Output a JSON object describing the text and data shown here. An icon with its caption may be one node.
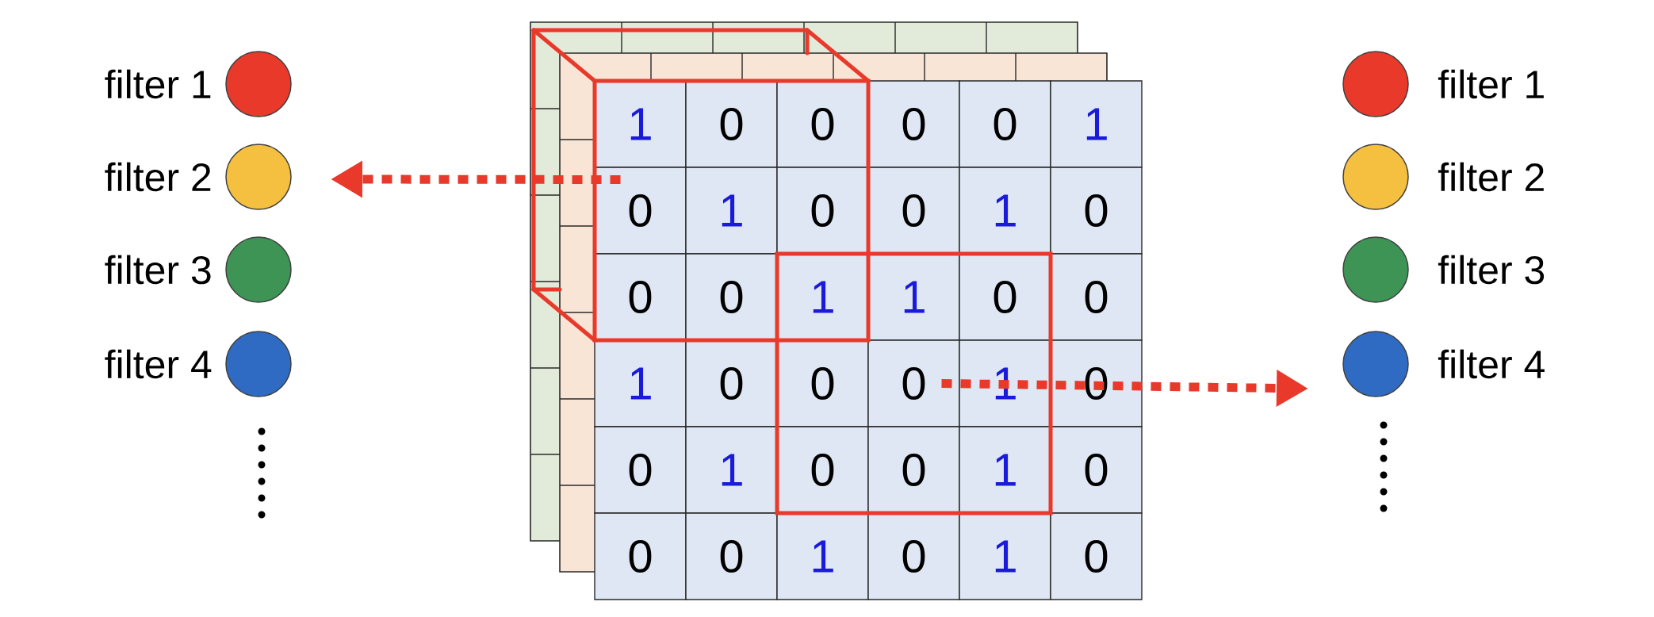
{
  "diagram": {
    "nodes": [
      {
        "text": [],
        "shape": "box"
      },
      {
        "text": [],
        "shape": "box"
      }
    ],
    "edges": [
      {
        "from": 0,
        "to": null,
        "arrow": "to",
        "style": "dashed",
        "color": "#e8392b"
      },
      {
        "from": 1,
        "to": null,
        "arrow": "to",
        "style": "dashed",
        "color": "#e8392b"
      }
    ],
    "labels": [
      "1",
      "0",
      "0",
      "0",
      "0",
      "1",
      "0",
      "1",
      "0",
      "0",
      "1",
      "0",
      "0",
      "0",
      "1",
      "1",
      "0",
      "0",
      "1",
      "0",
      "0",
      "0",
      "1",
      "0",
      "0",
      "1",
      "0",
      "0",
      "1",
      "0",
      "0",
      "0",
      "1",
      "0",
      "1",
      "0"
    ],
    "legend": [
      {
        "text": "filter 1",
        "color": "#e8392b"
      },
      {
        "text": "filter 2",
        "color": "#f5bf3f"
      },
      {
        "text": "filter 3",
        "color": "#3d9455"
      },
      {
        "text": "filter 4",
        "color": "#2f6bc2"
      },
      {
        "text": "filter 1",
        "color": "#e8392b"
      },
      {
        "text": "filter 2",
        "color": "#f5bf3f"
      },
      {
        "text": "filter 3",
        "color": "#3d9455"
      },
      {
        "text": "filter 4",
        "color": "#2f6bc2"
      }
    ]
  }
}
